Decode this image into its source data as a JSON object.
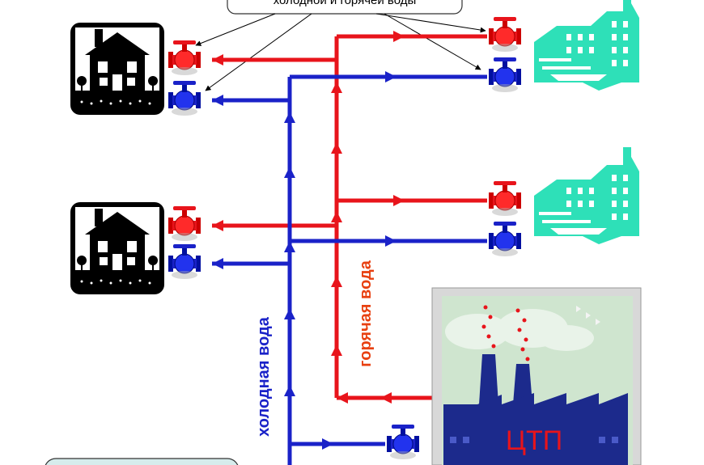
{
  "callout": {
    "text": "холодной и горячей воды"
  },
  "labels": {
    "hot_water": "горячая вода",
    "cold_water": "холодная вода",
    "station": "ЦТП"
  },
  "colors": {
    "hot": "#e8141b",
    "cold": "#1a22c8",
    "building": "#2ee0b8",
    "house": "#000000"
  },
  "icons": [
    "house-icon",
    "office-building-icon",
    "factory-icon",
    "hot-valve-icon",
    "cold-valve-icon"
  ]
}
